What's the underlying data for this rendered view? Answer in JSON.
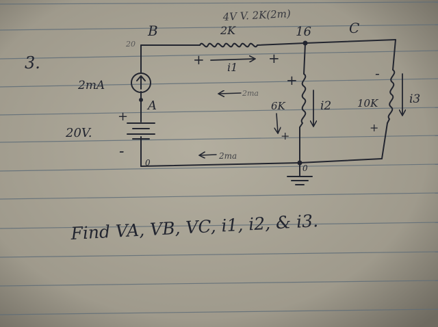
{
  "problem": {
    "number": "3.",
    "top_note": "4V   V.  2K(2m)",
    "find_text": "Find  VA, VB, VC, i1, i2, & i3."
  },
  "nodes": {
    "a_label": "A",
    "b_label": "B",
    "c_label": "C",
    "b_voltage": "20",
    "c_voltage": "16",
    "bottom_left_voltage": "0",
    "ground_voltage": "0"
  },
  "components": {
    "current_source_label": "2mA",
    "battery_label": "20V.",
    "resistor_top_label": "2K",
    "resistor_mid_label": "6K",
    "resistor_right_label": "10K",
    "i1_label": "i1",
    "i2_label": "i2",
    "i3_label": "i3",
    "current_mid_note": "2ma",
    "current_bottom_note": "2ma"
  },
  "polarity": {
    "top_res_left": "+",
    "top_res_right": "+",
    "mid_res_top": "+",
    "mid_res_bottom": "+",
    "right_res_top": "-",
    "right_res_bottom": "+",
    "battery_plus": "+",
    "battery_minus": "-"
  },
  "colors": {
    "paper": "#a9a497",
    "ink": "#22252f",
    "rule": "#5f6d78"
  }
}
